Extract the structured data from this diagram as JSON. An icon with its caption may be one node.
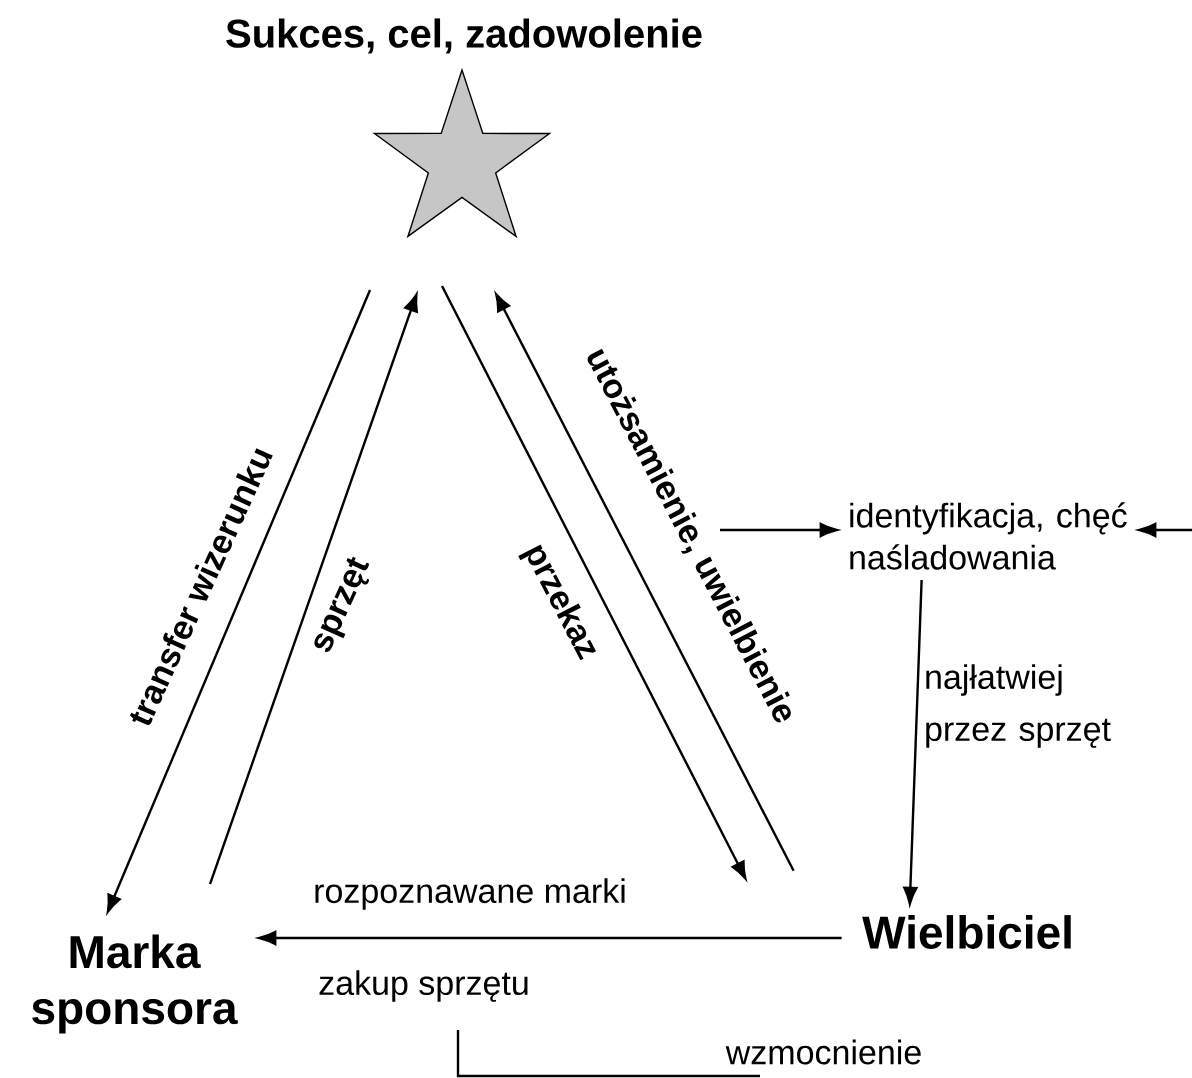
{
  "diagram": {
    "nodes": [
      {
        "text": [
          "Sukces, cel, zadowolenie"
        ]
      },
      {
        "text": [
          "Marka sponsora"
        ]
      },
      {
        "text": [
          "Wielbiciel"
        ]
      },
      {
        "text": [
          "identyfikacja, chęć naśladowania"
        ]
      }
    ],
    "edges": [
      {
        "from": 0,
        "to": 1,
        "arrow": "to",
        "label": "transfer wizerunku"
      },
      {
        "from": 1,
        "to": 0,
        "arrow": "to",
        "label": "sprzęt"
      },
      {
        "from": 0,
        "to": 2,
        "arrow": "to",
        "label": "przekaz"
      },
      {
        "from": 2,
        "to": 0,
        "arrow": "to",
        "label": "utożsamienie, uwielbienie"
      },
      {
        "from": 2,
        "to": 1,
        "arrow": "to",
        "label": "rozpoznawane marki"
      },
      {
        "from": null,
        "to": 3,
        "arrow": "to"
      },
      {
        "from": null,
        "to": 3,
        "arrow": "to"
      },
      {
        "from": 3,
        "to": 2,
        "arrow": "to",
        "label": "najłatwiej przez sprzęt"
      }
    ],
    "labels": [
      "zakup sprzętu",
      "wzmocnienie"
    ]
  }
}
